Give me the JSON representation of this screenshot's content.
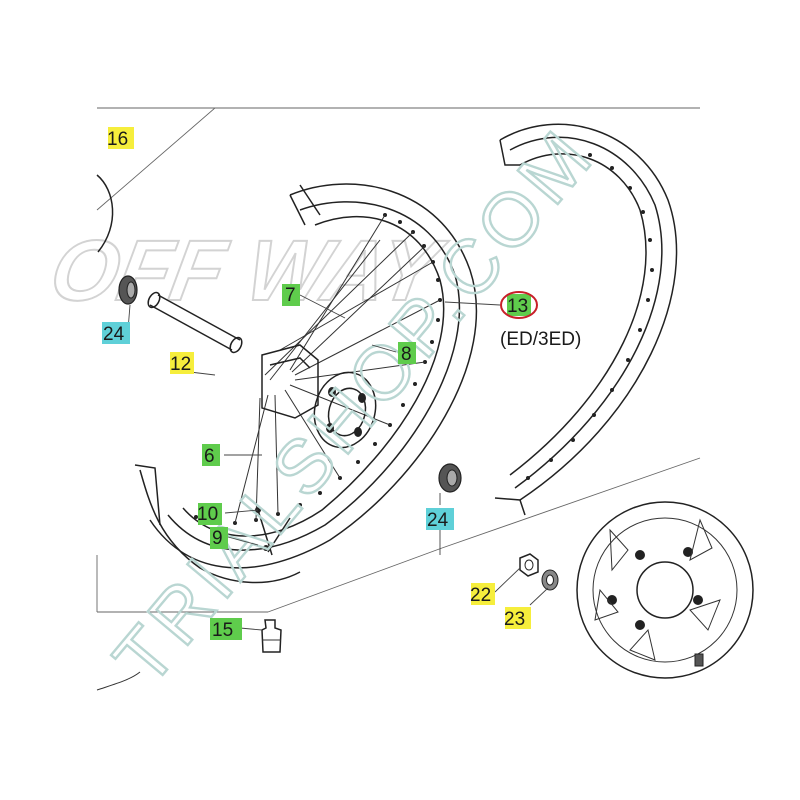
{
  "watermark": "TRIALSHOP.COM",
  "watermark_logo": "OFF WAY",
  "highlight_colors": {
    "yellow": "#f6ee3c",
    "green": "#5fcc4c",
    "cyan": "#5fd0d8",
    "red_circle": "#c8202a"
  },
  "callouts": [
    {
      "id": "16",
      "text": "16",
      "color": "yellow"
    },
    {
      "id": "7",
      "text": "7",
      "color": "green"
    },
    {
      "id": "13",
      "text": "13",
      "color": "green",
      "circled": true
    },
    {
      "id": "13-note",
      "text": "(ED/3ED)",
      "color": "none"
    },
    {
      "id": "24a",
      "text": "24",
      "color": "cyan"
    },
    {
      "id": "8",
      "text": "8",
      "color": "green"
    },
    {
      "id": "12",
      "text": "12",
      "color": "yellow"
    },
    {
      "id": "6",
      "text": "6",
      "color": "green"
    },
    {
      "id": "10",
      "text": "10",
      "color": "green"
    },
    {
      "id": "24b",
      "text": "24",
      "color": "cyan"
    },
    {
      "id": "9",
      "text": "9",
      "color": "green"
    },
    {
      "id": "22",
      "text": "22",
      "color": "yellow"
    },
    {
      "id": "23",
      "text": "23",
      "color": "yellow"
    },
    {
      "id": "15",
      "text": "15",
      "color": "green"
    }
  ]
}
